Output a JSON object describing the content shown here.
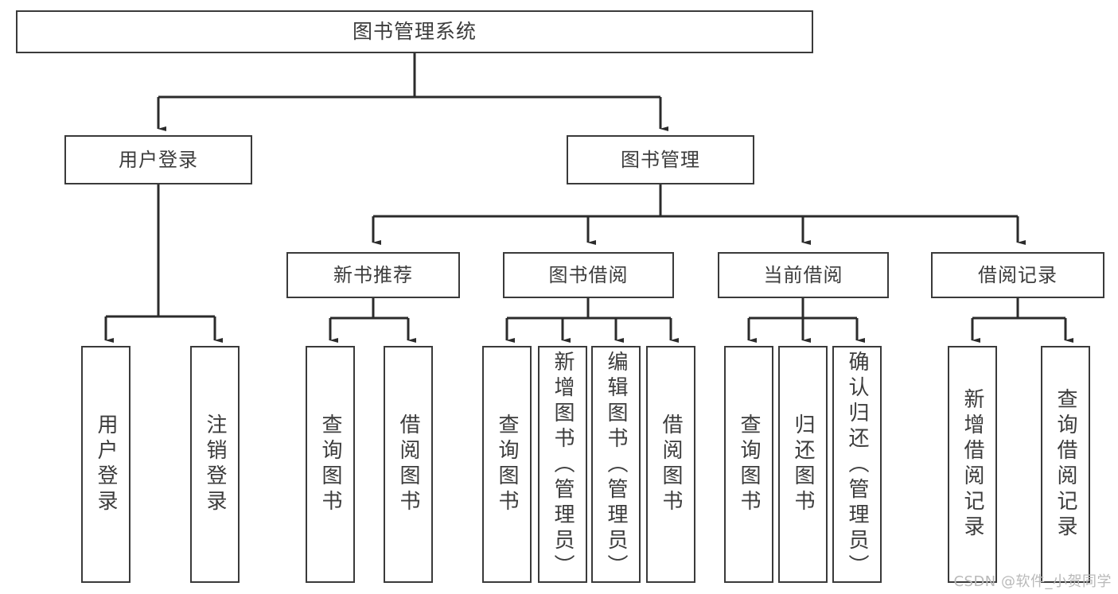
{
  "diagram": {
    "title": "图书管理系统",
    "type": "tree-hierarchy",
    "watermark": "CSDN @软件_小贺同学",
    "colors": {
      "node_border": "#3a3a3a",
      "node_fill": "#ffffff",
      "text": "#3c3c3c",
      "connector": "#2b2b2b",
      "watermark": "#b9b9b9",
      "background": "#ffffff"
    },
    "levels": {
      "root": {
        "label": "图书管理系统"
      },
      "level1": [
        {
          "label": "用户登录"
        },
        {
          "label": "图书管理"
        }
      ],
      "level2": [
        {
          "label": "新书推荐"
        },
        {
          "label": "图书借阅"
        },
        {
          "label": "当前借阅"
        },
        {
          "label": "借阅记录"
        }
      ],
      "leaves": {
        "user_login": [
          {
            "label": "用户登录"
          },
          {
            "label": "注销登录"
          }
        ],
        "new_book_recommend": [
          {
            "label": "查询图书"
          },
          {
            "label": "借阅图书"
          }
        ],
        "book_borrow": [
          {
            "label": "查询图书"
          },
          {
            "label": "新增图书（管理员）"
          },
          {
            "label": "编辑图书（管理员）"
          },
          {
            "label": "借阅图书"
          }
        ],
        "current_borrow": [
          {
            "label": "查询图书"
          },
          {
            "label": "归还图书"
          },
          {
            "label": "确认归还（管理员）"
          }
        ],
        "borrow_record": [
          {
            "label": "新增借阅记录"
          },
          {
            "label": "查询借阅记录"
          }
        ]
      }
    }
  }
}
